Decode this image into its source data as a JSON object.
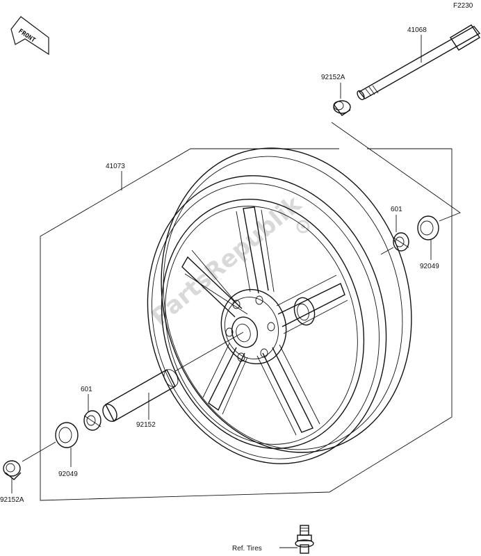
{
  "figure_code": "F2230",
  "front_badge": "FRONT",
  "watermark": "PartsRepublik",
  "parts": {
    "axle": "41068",
    "collar_top": "92152A",
    "wheel": "41073",
    "bearing_right": "601",
    "seal_right": "92049",
    "bearing_left": "601",
    "spacer": "92152",
    "seal_left": "92049",
    "collar_bottom": "92152A"
  },
  "reference": "Ref. Tires"
}
